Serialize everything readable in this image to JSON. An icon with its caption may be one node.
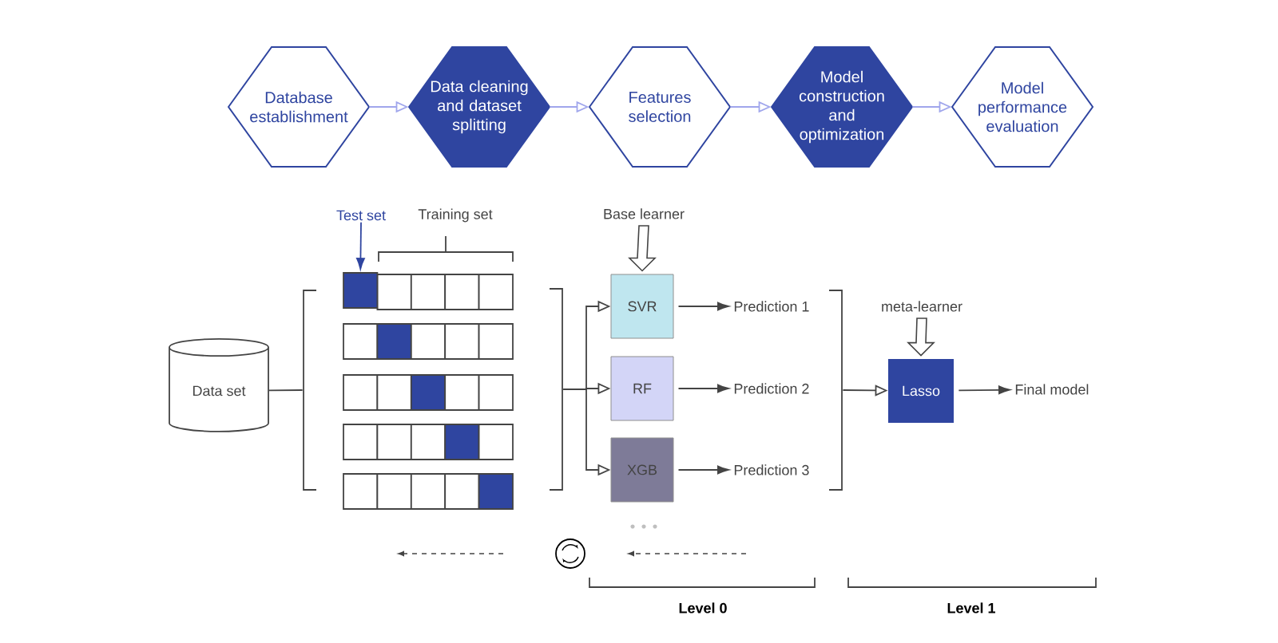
{
  "diagram": {
    "nodes": [
      {
        "text": [
          "Database establishment"
        ]
      },
      {
        "text": [
          "Data cleaning and dataset splitting"
        ]
      },
      {
        "text": [
          "Features selection"
        ]
      },
      {
        "text": [
          "Model construction and optimization"
        ]
      },
      {
        "text": [
          "Model performance evaluation"
        ]
      },
      {
        "text": [
          "Test set"
        ]
      },
      {
        "text": [],
        "shape": "box"
      },
      {
        "text": [
          "Data set"
        ]
      },
      {
        "text": [
          "Base learner"
        ]
      },
      {
        "text": [
          "SVR"
        ]
      },
      {
        "text": [
          "RF"
        ]
      },
      {
        "text": [
          "XGB"
        ]
      },
      {
        "text": [
          "Prediction 1"
        ]
      },
      {
        "text": [
          "Prediction 2"
        ]
      },
      {
        "text": [
          "Prediction 3"
        ]
      },
      {
        "text": [
          "meta-learner"
        ]
      },
      {
        "text": [
          "Lasso"
        ]
      },
      {
        "text": [
          "Final model"
        ]
      },
      {
        "text": [],
        "shape": "bar"
      },
      {
        "text": [],
        "shape": "bar"
      },
      {
        "text": [],
        "shape": "bar"
      }
    ],
    "edges": [
      {
        "from": 0,
        "to": 1,
        "arrow": "to",
        "color": "#a0a6ec"
      },
      {
        "from": 1,
        "to": 2,
        "arrow": "to",
        "color": "#a0a6ec"
      },
      {
        "from": 2,
        "to": 3,
        "arrow": "to",
        "color": "#a0a6ec"
      },
      {
        "from": 3,
        "to": 4,
        "arrow": "to",
        "color": "#a0a6ec"
      },
      {
        "from": 5,
        "to": 6,
        "arrow": "to",
        "color": "#2f45a0"
      },
      {
        "from": 8,
        "to": 9,
        "arrow": "to"
      },
      {
        "from": 19,
        "to": 9,
        "arrow": "to"
      },
      {
        "from": 19,
        "to": 10,
        "arrow": "to"
      },
      {
        "from": 19,
        "to": 11,
        "arrow": "to"
      },
      {
        "from": 9,
        "to": 12,
        "arrow": "to"
      },
      {
        "from": 10,
        "to": 13,
        "arrow": "to"
      },
      {
        "from": 11,
        "to": 14,
        "arrow": "to"
      },
      {
        "from": 15,
        "to": 16,
        "arrow": "to"
      },
      {
        "from": 20,
        "to": 16,
        "arrow": "to"
      },
      {
        "from": 16,
        "to": 17,
        "arrow": "to"
      },
      {
        "from": 7,
        "to": 18,
        "arrow": "none"
      }
    ],
    "labels": [
      "Training set",
      "Level 0",
      "Level 1"
    ]
  }
}
